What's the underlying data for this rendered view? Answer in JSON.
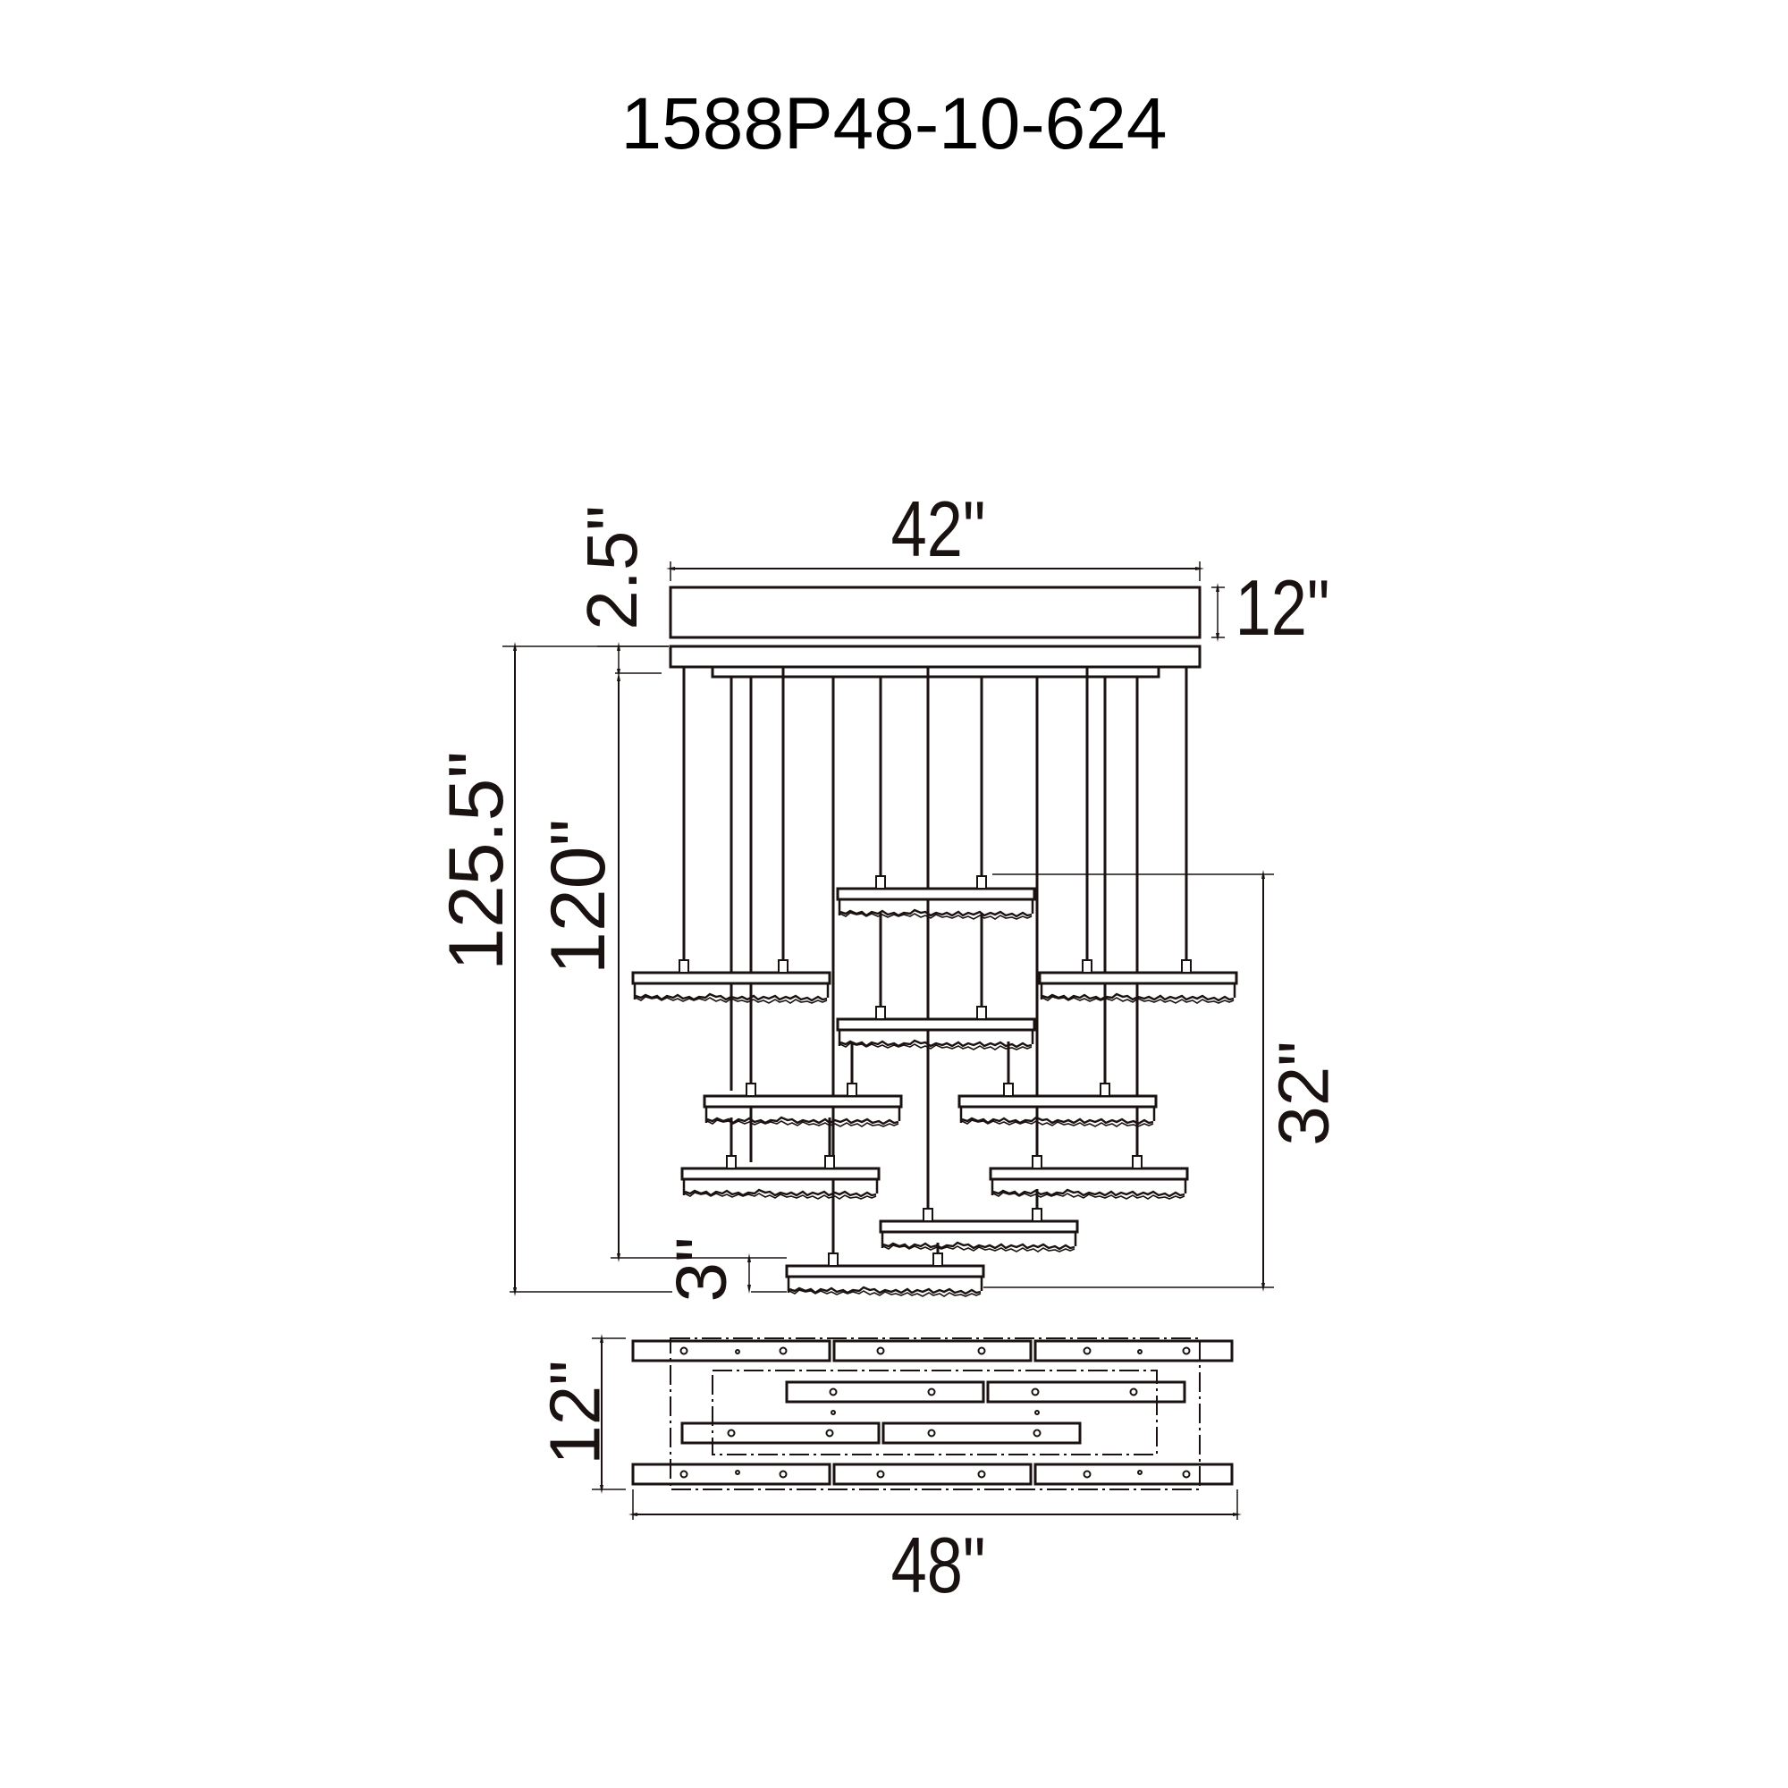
{
  "title": "1588P48-10-624",
  "dimensions": {
    "canopy_width": "42\"",
    "canopy_depth": "12\"",
    "canopy_height": "2.5\"",
    "overall_height": "125.5\"",
    "cable_length": "120\"",
    "pendant_drop": "32\"",
    "pendant_height": "3\"",
    "plan_depth": "12\"",
    "overall_width": "48\""
  },
  "colors": {
    "line": "#1a1210",
    "background": "#ffffff"
  },
  "views": {
    "elevation": {
      "pendant_count": 10,
      "rod_count": 14
    },
    "plan": {
      "bar_rows": 4,
      "bars_per_outer_row": 3,
      "bars_per_inner_row": 2
    }
  }
}
